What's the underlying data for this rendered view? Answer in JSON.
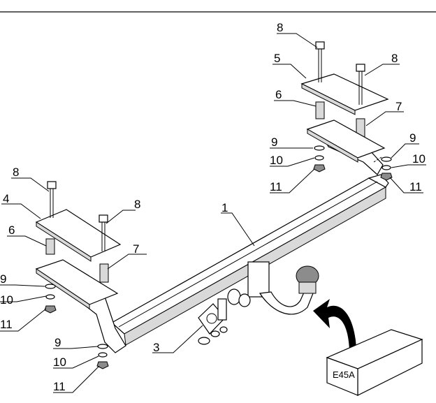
{
  "callouts": {
    "n1": "1",
    "n3": "3",
    "n4": "4",
    "n5": "5",
    "n6": "6",
    "n7": "7",
    "n8": "8",
    "n9": "9",
    "n10": "10",
    "n11": "11"
  },
  "box_label": "E45A"
}
